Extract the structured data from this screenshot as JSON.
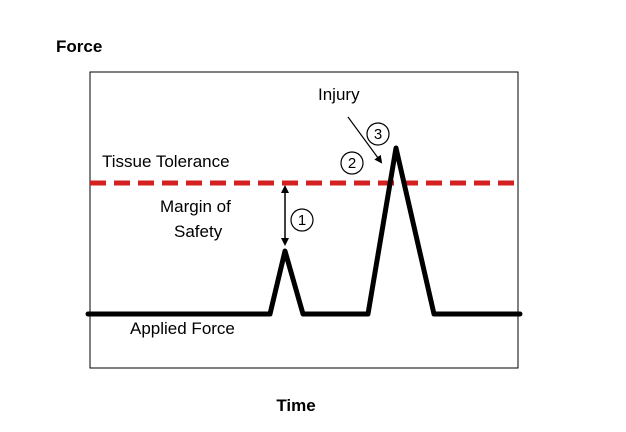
{
  "figure": {
    "y_axis_label": "Force",
    "x_axis_label": "Time",
    "labels": {
      "tissue_tolerance": "Tissue Tolerance",
      "margin_line1": "Margin of",
      "margin_line2": "Safety",
      "injury": "Injury",
      "applied_force": "Applied Force"
    },
    "markers": [
      "1",
      "2",
      "3"
    ],
    "colors": {
      "tolerance_line": "#d42020",
      "applied_force_line": "#000000",
      "frame": "#000000"
    }
  }
}
